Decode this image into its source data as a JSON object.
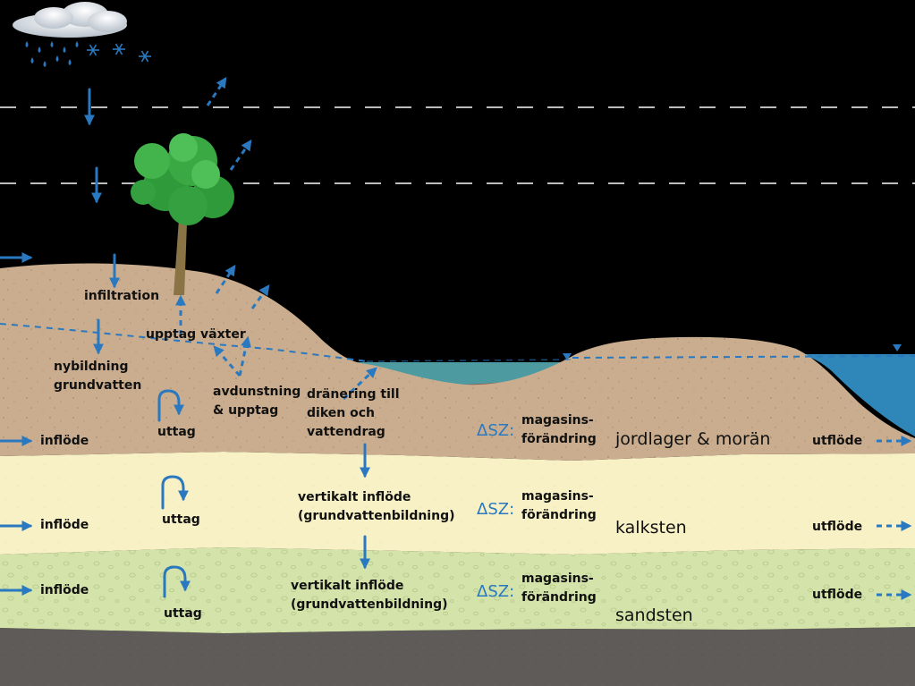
{
  "labels": {
    "infiltration": "infiltration",
    "upptag_vaxter": "upptag växter",
    "nybildning_line1": "nybildning",
    "nybildning_line2": "grundvatten",
    "avdunstning_line1": "avdunstning",
    "avdunstning_line2": "& upptag",
    "dranering_line1": "dränering till",
    "dranering_line2": "diken och",
    "dranering_line3": "vattendrag",
    "vertikalt_line1": "vertikalt inflöde",
    "vertikalt_line2": "(grundvattenbildning)",
    "inflode": "inflöde",
    "utflode": "utflöde",
    "uttag": "uttag",
    "dsz": "ΔSZ:",
    "magasins_line1": "magasins-",
    "magasins_line2": "förändring"
  },
  "layers": {
    "top": "jordlager & morän",
    "middle": "kalksten",
    "bottom": "sandsten"
  },
  "colors": {
    "arrow": "#2a79c0",
    "soil": "#c9ad8e",
    "limestone": "#f8f1c5",
    "sandstone": "#d3e3a9",
    "bedrock": "#5e5b58",
    "water": "#2f86b8"
  },
  "icons": [
    "cloud-rain-snow-icon",
    "tree-icon"
  ]
}
